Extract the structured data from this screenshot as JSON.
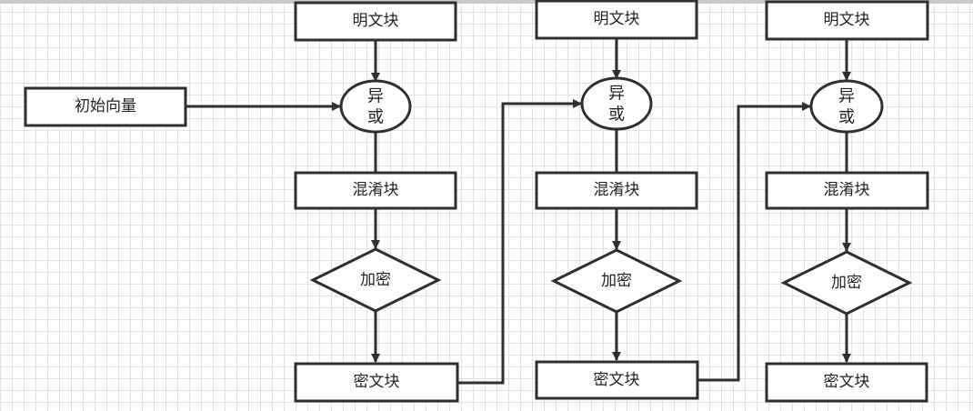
{
  "colors": {
    "stroke": "#2f2f2f",
    "fill": "#ffffff",
    "text": "#222222",
    "grid": "#e2e2e2"
  },
  "iv": {
    "label": "初始向量"
  },
  "columns": [
    {
      "plaintext": "明文块",
      "xor_top": "异",
      "xor_bottom": "或",
      "mix": "混淆块",
      "encrypt": "加密",
      "ciphertext": "密文块"
    },
    {
      "plaintext": "明文块",
      "xor_top": "异",
      "xor_bottom": "或",
      "mix": "混淆块",
      "encrypt": "加密",
      "ciphertext": "密文块"
    },
    {
      "plaintext": "明文块",
      "xor_top": "异",
      "xor_bottom": "或",
      "mix": "混淆块",
      "encrypt": "加密",
      "ciphertext": "密文块"
    }
  ]
}
